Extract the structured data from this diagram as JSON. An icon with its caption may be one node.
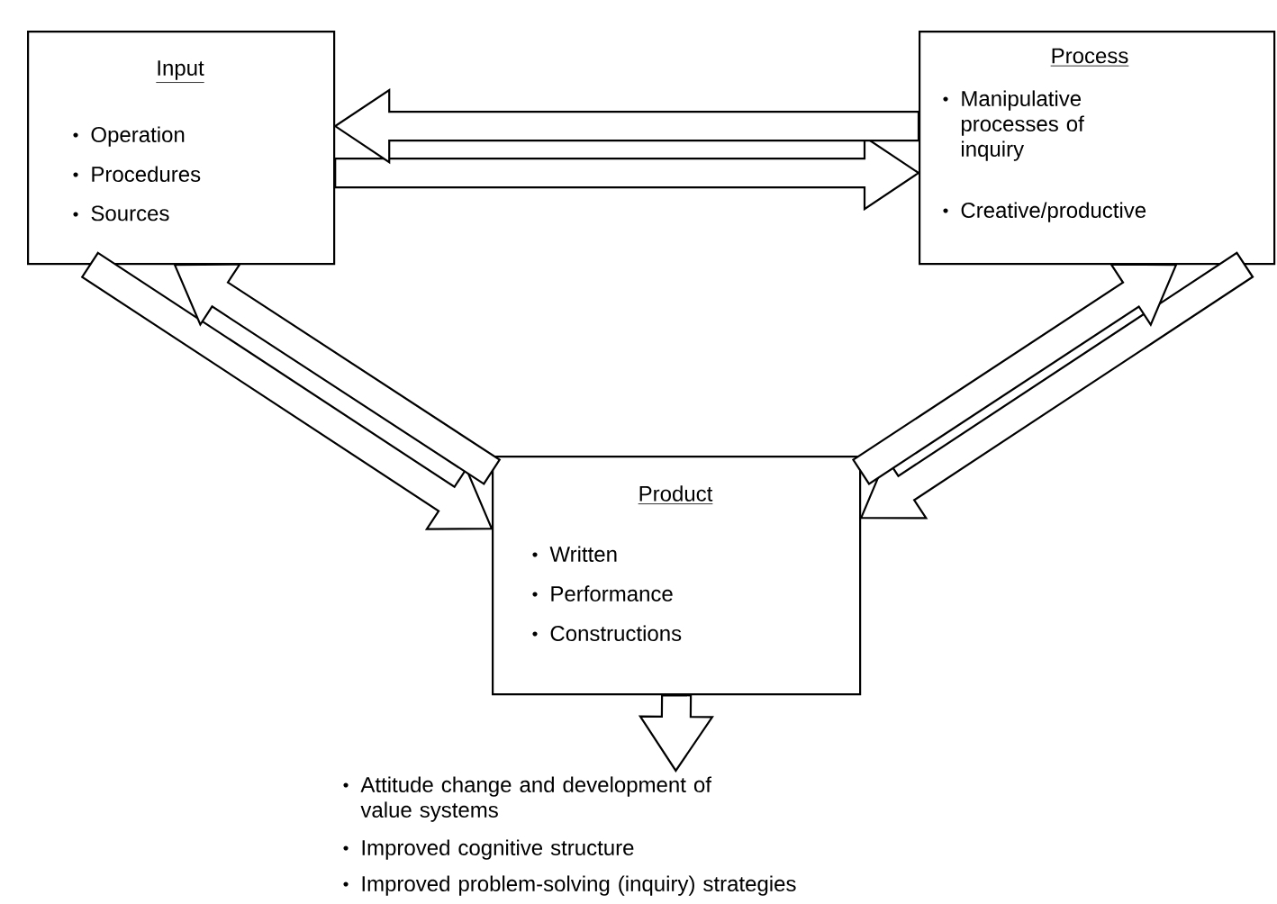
{
  "diagram": {
    "nodes": [
      {
        "text": [
          "Input",
          "Operation",
          "Procedures",
          "Sources"
        ]
      },
      {
        "text": [
          "Process",
          "Manipulative processes of inquiry",
          "Creative/productive"
        ]
      },
      {
        "text": [
          "Product",
          "Written",
          "Performance",
          "Constructions"
        ]
      },
      {
        "text": [
          "Attitude change and development of value systems",
          "Improved cognitive structure",
          "Improved problem-solving (inquiry) strategies"
        ]
      }
    ],
    "edges": [
      {
        "from": 0,
        "to": 1,
        "arrow": "to"
      },
      {
        "from": 1,
        "to": 0,
        "arrow": "to"
      },
      {
        "from": 0,
        "to": 2,
        "arrow": "to"
      },
      {
        "from": 2,
        "to": 0,
        "arrow": "to"
      },
      {
        "from": 1,
        "to": 2,
        "arrow": "to"
      },
      {
        "from": 2,
        "to": 1,
        "arrow": "to"
      },
      {
        "from": 2,
        "to": 3,
        "arrow": "to"
      }
    ]
  }
}
